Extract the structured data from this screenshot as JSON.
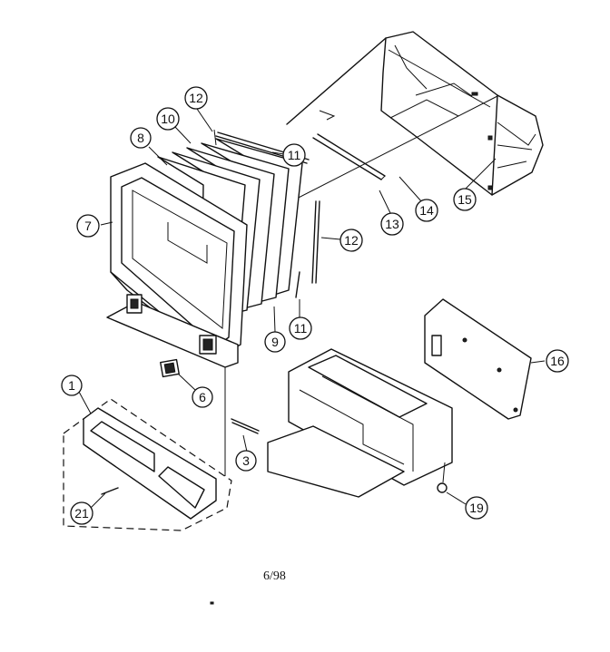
{
  "diagram": {
    "type": "exploded parts diagram",
    "callouts": [
      "1",
      "3",
      "6",
      "7",
      "8",
      "9",
      "10",
      "11",
      "11",
      "12",
      "12",
      "13",
      "14",
      "15",
      "16",
      "19",
      "21"
    ],
    "page_label": "6/98"
  }
}
